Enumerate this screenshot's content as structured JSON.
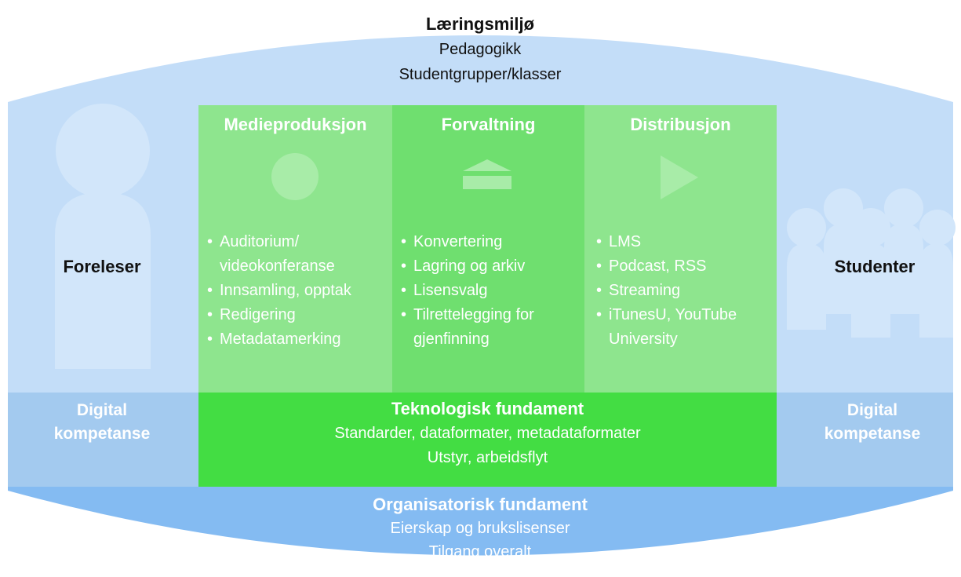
{
  "environment": {
    "title": "Læringsmiljø",
    "line1": "Pedagogikk",
    "line2": "Studentgrupper/klasser"
  },
  "lecturer": {
    "label": "Foreleser",
    "competence_line1": "Digital",
    "competence_line2": "kompetanse"
  },
  "students": {
    "label": "Studenter",
    "competence_line1": "Digital",
    "competence_line2": "kompetanse"
  },
  "columns": [
    {
      "title": "Medieproduksjon",
      "icon": "circle-icon",
      "items": [
        "Auditorium/ videokonferanse",
        "Innsamling, opptak",
        "Redigering",
        "Metadatamerking"
      ]
    },
    {
      "title": "Forvaltning",
      "icon": "archive-icon",
      "items": [
        "Konvertering",
        "Lagring og arkiv",
        "Lisensvalg",
        "Tilrettelegging for gjenfinning"
      ]
    },
    {
      "title": "Distribusjon",
      "icon": "play-icon",
      "items": [
        "LMS",
        "Podcast, RSS",
        "Streaming",
        "iTunesU, YouTube University"
      ]
    }
  ],
  "technology": {
    "title": "Teknologisk fundament",
    "line1": "Standarder, dataformater, metadataformater",
    "line2": "Utstyr, arbeidsflyt"
  },
  "organization": {
    "title": "Organisatorisk fundament",
    "line1": "Eierskap og brukslisenser",
    "line2": "Tilgang overalt"
  },
  "colors": {
    "environment_bg": "#c3ddf8",
    "competence_band": "#a3caef",
    "organization_band": "#84bbf2",
    "column_light": "#8ee58e",
    "column_mid": "#6fdf6f",
    "technology_bg": "#43dd43"
  }
}
